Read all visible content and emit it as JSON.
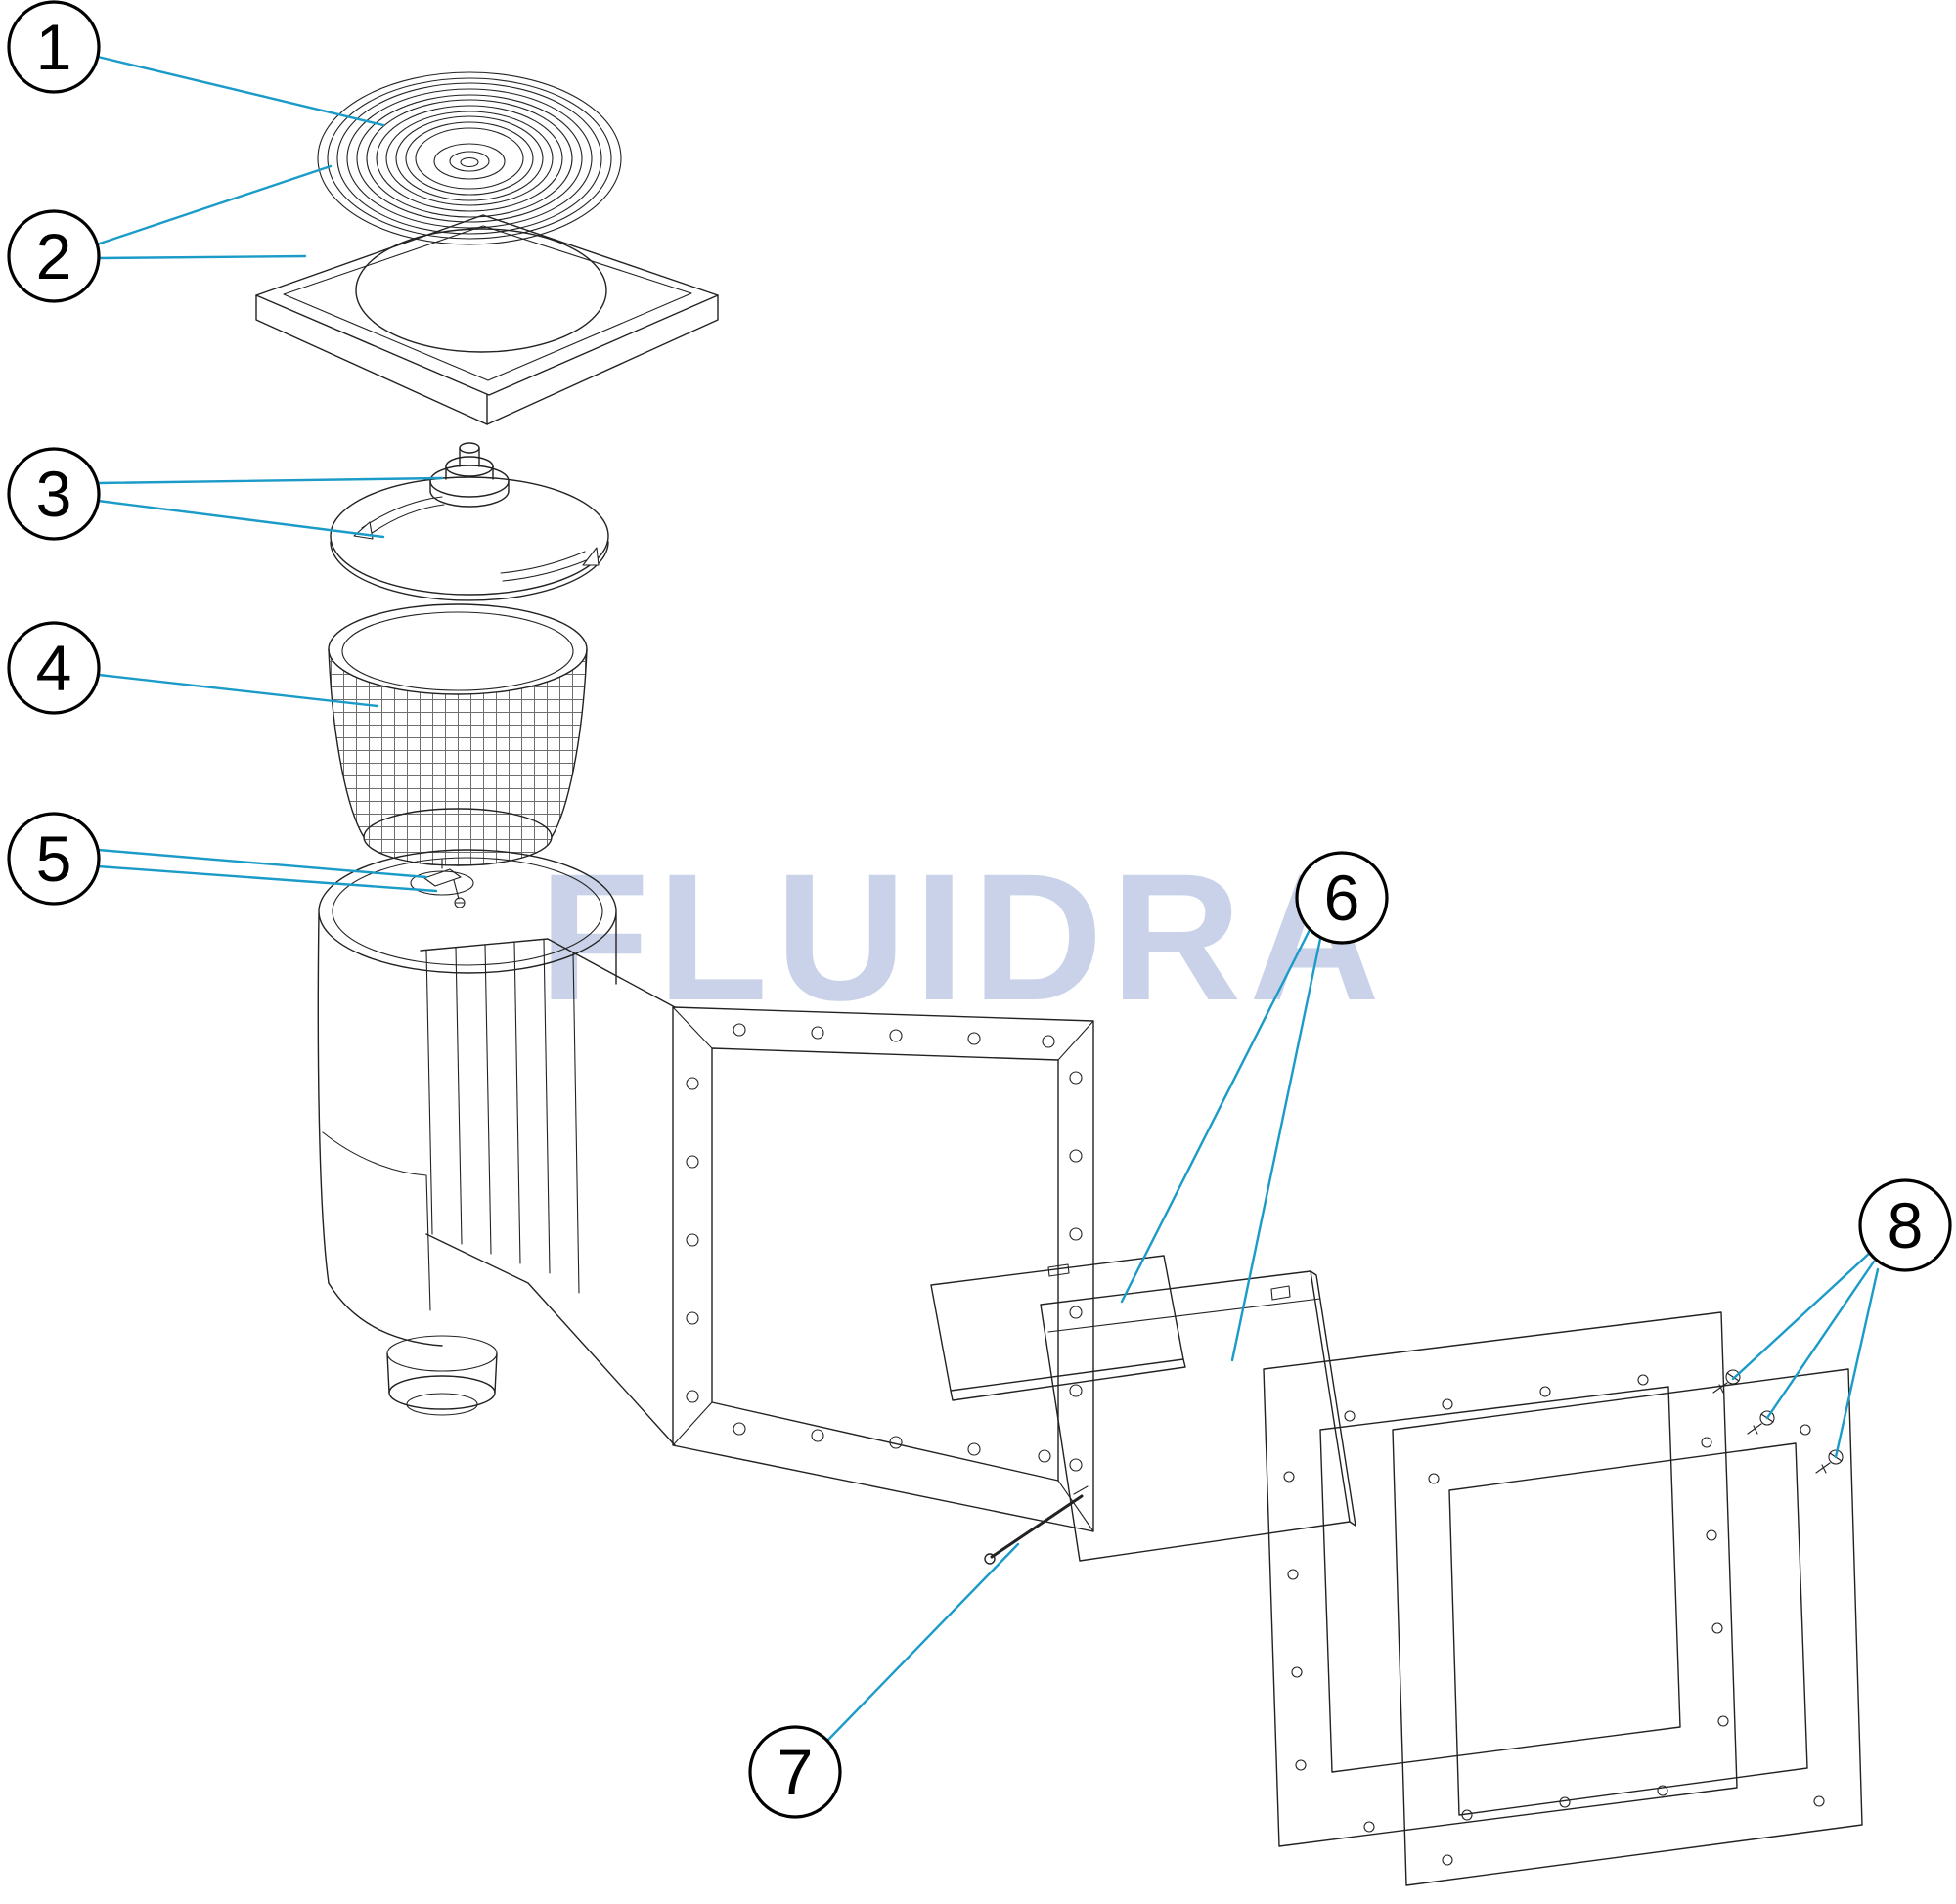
{
  "diagram": {
    "watermark": "FLUIDRA",
    "colors": {
      "leader": "#1b9bc8",
      "outline": "#222222",
      "watermark": "#c9d2e8"
    },
    "callouts": [
      {
        "number": "1"
      },
      {
        "number": "2"
      },
      {
        "number": "3"
      },
      {
        "number": "4"
      },
      {
        "number": "5"
      },
      {
        "number": "6"
      },
      {
        "number": "7"
      },
      {
        "number": "8"
      }
    ]
  }
}
